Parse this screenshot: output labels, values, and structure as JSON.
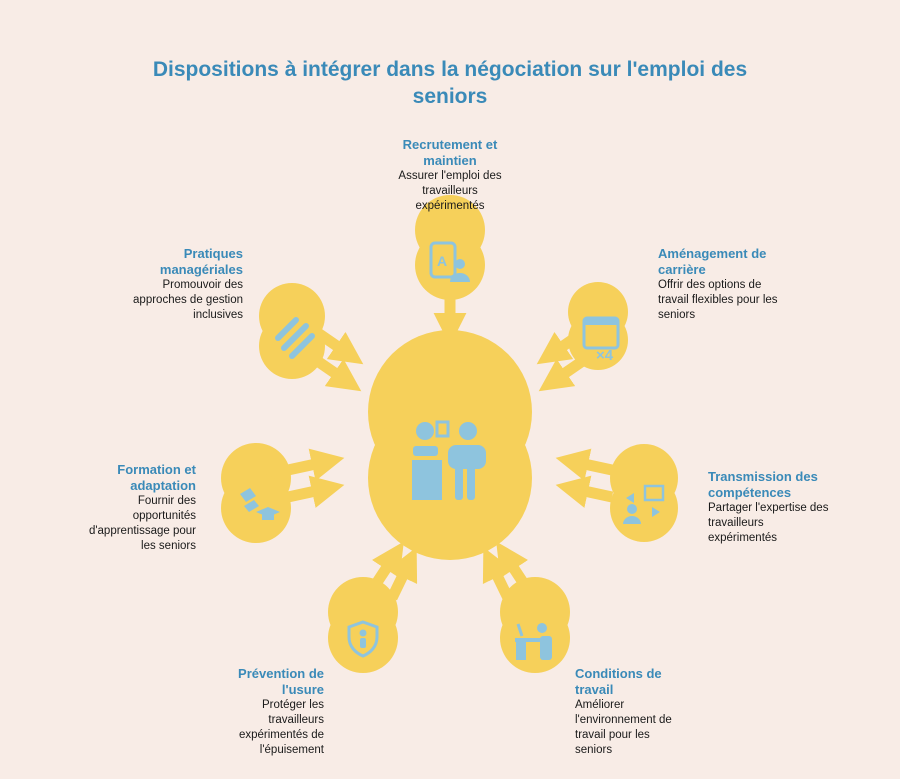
{
  "title": "Dispositions à intégrer dans la négociation sur l'emploi des seniors",
  "center": {
    "icon": "reception-desk-people-icon"
  },
  "items": [
    {
      "title": "Recrutement et maintien",
      "desc": "Assurer l'emploi des travailleurs expérimentés",
      "icon": "recruitment-badge-icon"
    },
    {
      "title": "Aménagement de carrière",
      "desc": "Offrir des options de travail flexibles pour les seniors",
      "icon": "calendar-schedule-icon"
    },
    {
      "title": "Transmission des compétences",
      "desc": "Partager l'expertise des travailleurs expérimentés",
      "icon": "knowledge-transfer-icon"
    },
    {
      "title": "Conditions de travail",
      "desc": "Améliorer l'environnement de travail pour les seniors",
      "icon": "desk-worker-icon"
    },
    {
      "title": "Prévention de l'usure",
      "desc": "Protéger les travailleurs expérimentés de l'épuisement",
      "icon": "shield-person-icon"
    },
    {
      "title": "Formation et adaptation",
      "desc": "Fournir des opportunités d'apprentissage pour les seniors",
      "icon": "graduation-icon"
    },
    {
      "title": "Pratiques managériales",
      "desc": "Promouvoir des approches de gestion inclusives",
      "icon": "management-tools-icon"
    }
  ],
  "colors": {
    "background": "#f8ece6",
    "yellow": "#f6d05a",
    "blue": "#8ec4de",
    "title": "#3a8ab8"
  }
}
